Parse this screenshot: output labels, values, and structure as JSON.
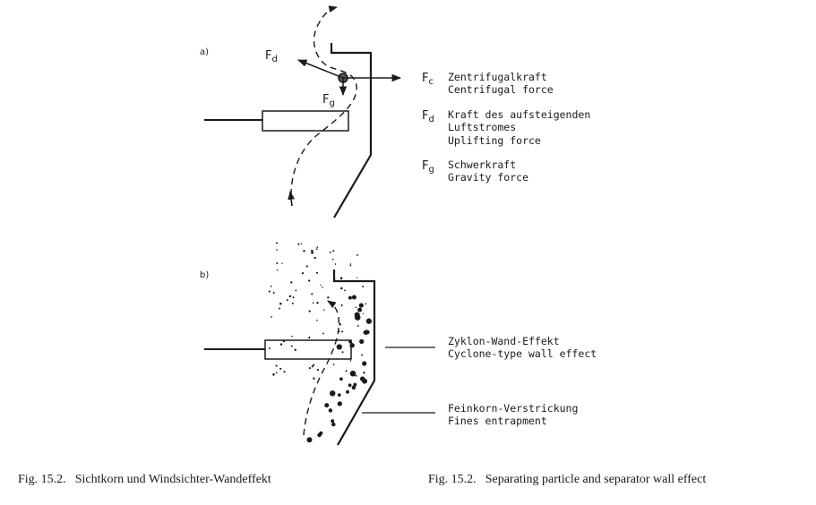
{
  "panel_a": {
    "label": "a)",
    "forces": {
      "fc": {
        "symbol": "F",
        "sub": "c",
        "de": "Zentrifugalkraft",
        "en": "Centrifugal force"
      },
      "fd": {
        "symbol": "F",
        "sub": "d",
        "de1": "Kraft des aufsteigenden",
        "de2": "Luftstromes",
        "en": "Uplifting force"
      },
      "fg": {
        "symbol": "F",
        "sub": "g",
        "de": "Schwerkraft",
        "en": "Gravity force"
      }
    },
    "diagram_fd": {
      "symbol": "F",
      "sub": "d"
    },
    "diagram_fg": {
      "symbol": "F",
      "sub": "g"
    }
  },
  "panel_b": {
    "label": "b)",
    "wall_effect": {
      "de": "Zyklon-Wand-Effekt",
      "en": "Cyclone-type wall effect"
    },
    "entrapment": {
      "de": "Feinkorn-Verstrickung",
      "en": "Fines entrapment"
    }
  },
  "captions": {
    "left_num": "Fig. 15.2.",
    "left_text": "Sichtkorn und Windsichter-Wandeffekt",
    "right_num": "Fig. 15.2.",
    "right_text": "Separating particle and separator wall effect"
  },
  "colors": {
    "ink": "#1a1a1a",
    "paper": "#ffffff"
  }
}
